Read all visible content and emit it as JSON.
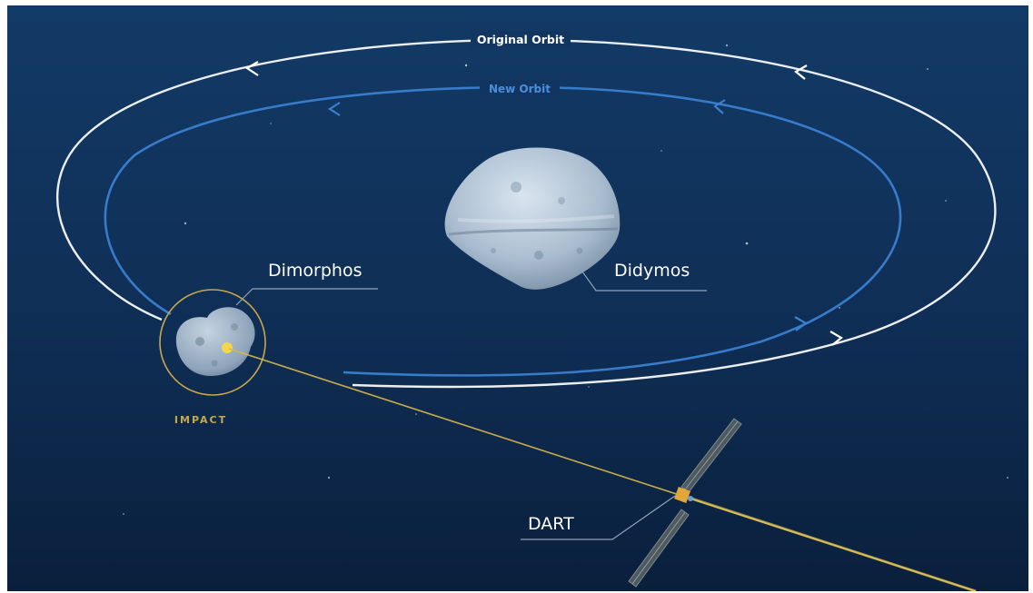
{
  "labels": {
    "original_orbit": "Original Orbit",
    "new_orbit": "New Orbit",
    "dimorphos": "Dimorphos",
    "didymos": "Didymos",
    "impact": "IMPACT",
    "dart": "DART"
  },
  "colors": {
    "space_top": "#123a66",
    "space_bottom": "#0a1f3c",
    "original_orbit": "#ffffff",
    "new_orbit": "#3a7fd0",
    "new_orbit_label": "#4a8fdc",
    "impact_accent": "#c8a84a",
    "trajectory": "#d8b84a",
    "asteroid": "#b4c6d8"
  },
  "icons": {
    "orbit_direction": "chevron-arrow-icon",
    "impact_point": "impact-dot-icon",
    "spacecraft": "dart-spacecraft-icon"
  }
}
